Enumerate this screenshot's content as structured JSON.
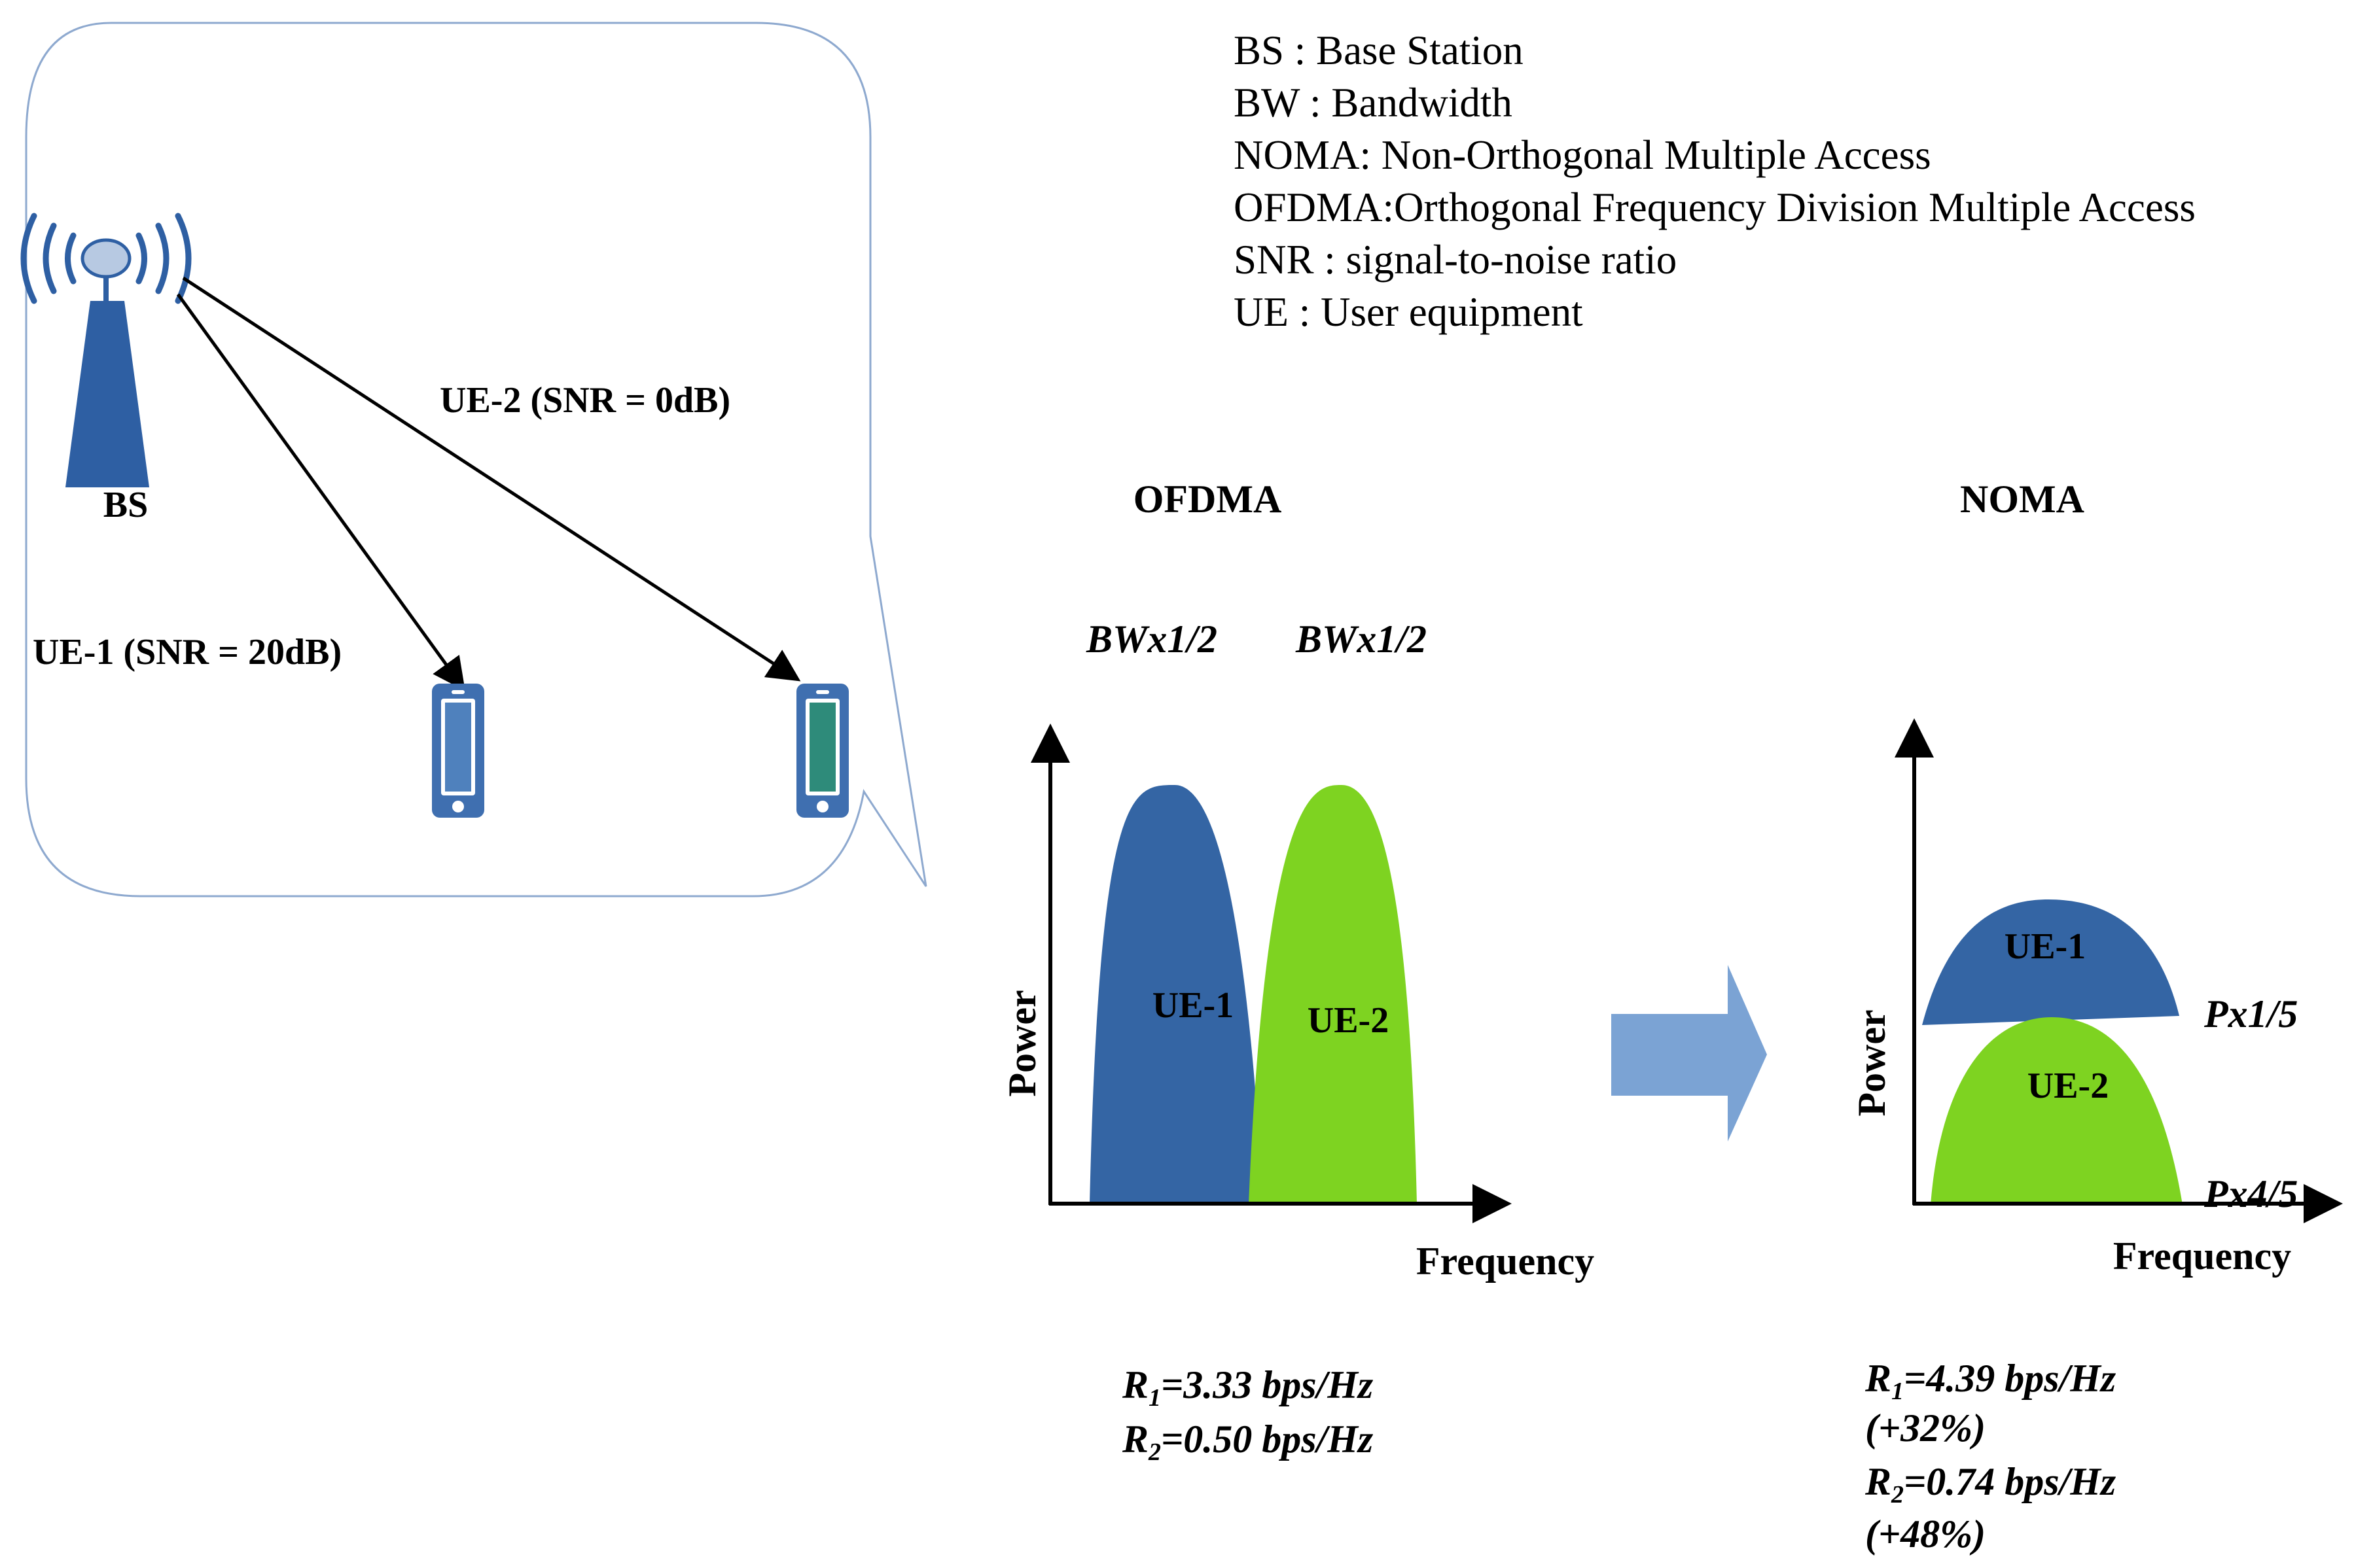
{
  "legend": [
    "BS : Base Station",
    "BW : Bandwidth",
    "NOMA: Non-Orthogonal Multiple Access",
    "OFDMA:Orthogonal Frequency Division Multiple Access",
    "SNR : signal-to-noise ratio",
    "UE : User equipment"
  ],
  "network": {
    "bs_label": "BS",
    "ue1_label": "UE-1 (SNR = 20dB)",
    "ue2_label": "UE-2 (SNR = 0dB)"
  },
  "ofdma": {
    "title": "OFDMA",
    "bw_left": "BWx1/2",
    "bw_right": "BWx1/2",
    "y_axis": "Power",
    "x_axis": "Frequency",
    "ue1": "UE-1",
    "ue2": "UE-2",
    "rates": [
      {
        "sym": "R",
        "sub": "1",
        "text": "=3.33 bps/Hz"
      },
      {
        "sym": "R",
        "sub": "2",
        "text": "=0.50 bps/Hz"
      }
    ]
  },
  "noma": {
    "title": "NOMA",
    "y_axis": "Power",
    "x_axis": "Frequency",
    "ue1": "UE-1",
    "ue2": "UE-2",
    "p_ue1": "Px1/5",
    "p_ue2": "Px4/5",
    "rates": [
      {
        "sym": "R",
        "sub": "1",
        "text": "=4.39 bps/Hz"
      },
      {
        "sym": "",
        "sub": "",
        "text": "(+32%)"
      },
      {
        "sym": "R",
        "sub": "2",
        "text": "=0.74 bps/Hz"
      },
      {
        "sym": "",
        "sub": "",
        "text": "(+48%)"
      }
    ]
  },
  "colors": {
    "ue1_fill": "#3465A4",
    "ue2_fill": "#7ED321",
    "tower": "#2E5FA3",
    "phone1_screen": "#4F81BD",
    "phone2_screen": "#2E8B7A",
    "arrow_fill": "#7BA3D4",
    "callout_stroke": "#8EA9CF"
  }
}
